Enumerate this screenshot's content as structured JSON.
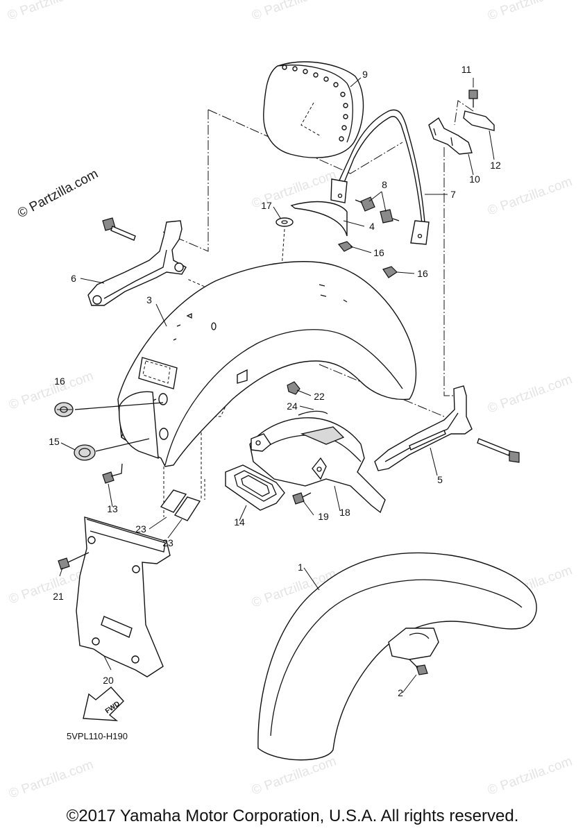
{
  "brand_watermark": "© Partzilla.com",
  "faint_watermark": "© Partzilla.com",
  "diagram_code": "5VPL110-H190",
  "fwd_label": "FWD",
  "footer": "©2017 Yamaha Motor Corporation, U.S.A. All rights reserved.",
  "callouts": [
    {
      "id": "c9",
      "text": "9"
    },
    {
      "id": "c11",
      "text": "11"
    },
    {
      "id": "c12",
      "text": "12"
    },
    {
      "id": "c10",
      "text": "10"
    },
    {
      "id": "c8",
      "text": "8"
    },
    {
      "id": "c7",
      "text": "7"
    },
    {
      "id": "c17",
      "text": "17"
    },
    {
      "id": "c4",
      "text": "4"
    },
    {
      "id": "c16a",
      "text": "16"
    },
    {
      "id": "c16b",
      "text": "16"
    },
    {
      "id": "c6",
      "text": "6"
    },
    {
      "id": "c3",
      "text": "3"
    },
    {
      "id": "c16c",
      "text": "16"
    },
    {
      "id": "c22",
      "text": "22"
    },
    {
      "id": "c24",
      "text": "24"
    },
    {
      "id": "c15",
      "text": "15"
    },
    {
      "id": "c5",
      "text": "5"
    },
    {
      "id": "c13",
      "text": "13"
    },
    {
      "id": "c14",
      "text": "14"
    },
    {
      "id": "c19",
      "text": "19"
    },
    {
      "id": "c18",
      "text": "18"
    },
    {
      "id": "c23a",
      "text": "23"
    },
    {
      "id": "c23b",
      "text": "23"
    },
    {
      "id": "c1",
      "text": "1"
    },
    {
      "id": "c21",
      "text": "21"
    },
    {
      "id": "c20",
      "text": "20"
    },
    {
      "id": "c2",
      "text": "2"
    }
  ]
}
